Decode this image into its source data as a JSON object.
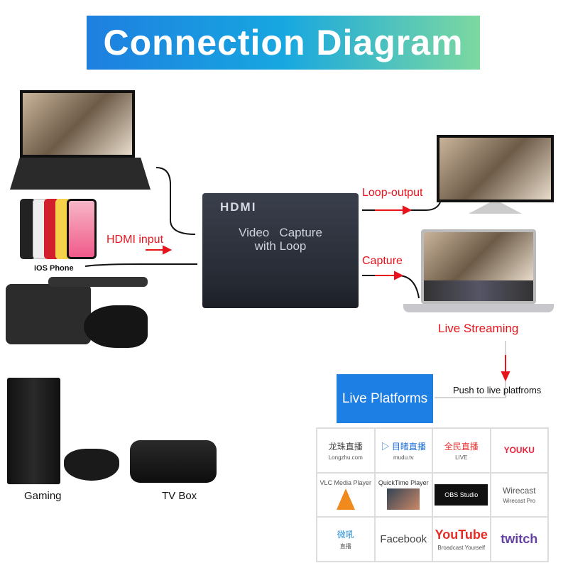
{
  "title": "Connection Diagram",
  "device": {
    "brand": "HDMI",
    "line1": "Video   Capture",
    "line2": "with Loop"
  },
  "labels": {
    "loop_output": "Loop-output",
    "hdmi_input": "HDMI input",
    "capture": "Capture",
    "live_streaming": "Live Streaming",
    "push": "Push to live platfroms",
    "ios_phone": "iOS Phone",
    "gaming": "Gaming",
    "tv_box": "TV Box"
  },
  "live_platforms": "Live Platforms",
  "platforms": [
    {
      "name": "龙珠直播",
      "sub": "Longzhu.com",
      "color": "#444"
    },
    {
      "name": "▷ 目睹直播",
      "sub": "mudu.tv",
      "color": "#1d6fd9"
    },
    {
      "name": "全民直播",
      "sub": "LIVE",
      "color": "#e33"
    },
    {
      "name": "YOUKU",
      "sub": "",
      "color": "#e8213a"
    },
    {
      "name": "VLC Media Player",
      "sub": "",
      "color": "#555"
    },
    {
      "name": "QuickTime Player",
      "sub": "",
      "color": "#333"
    },
    {
      "name": "OBS Studio",
      "sub": "",
      "color": "#fff"
    },
    {
      "name": "Wirecast",
      "sub": "Wirecast Pro",
      "color": "#555"
    },
    {
      "name": "微吼",
      "sub": "直播",
      "color": "#2a8fd6"
    },
    {
      "name": "Facebook",
      "sub": "",
      "color": "#444"
    },
    {
      "name": "YouTube",
      "sub": "Broadcast Yourself",
      "color": "#e52d27"
    },
    {
      "name": "twitch",
      "sub": "",
      "color": "#6441a5"
    }
  ]
}
